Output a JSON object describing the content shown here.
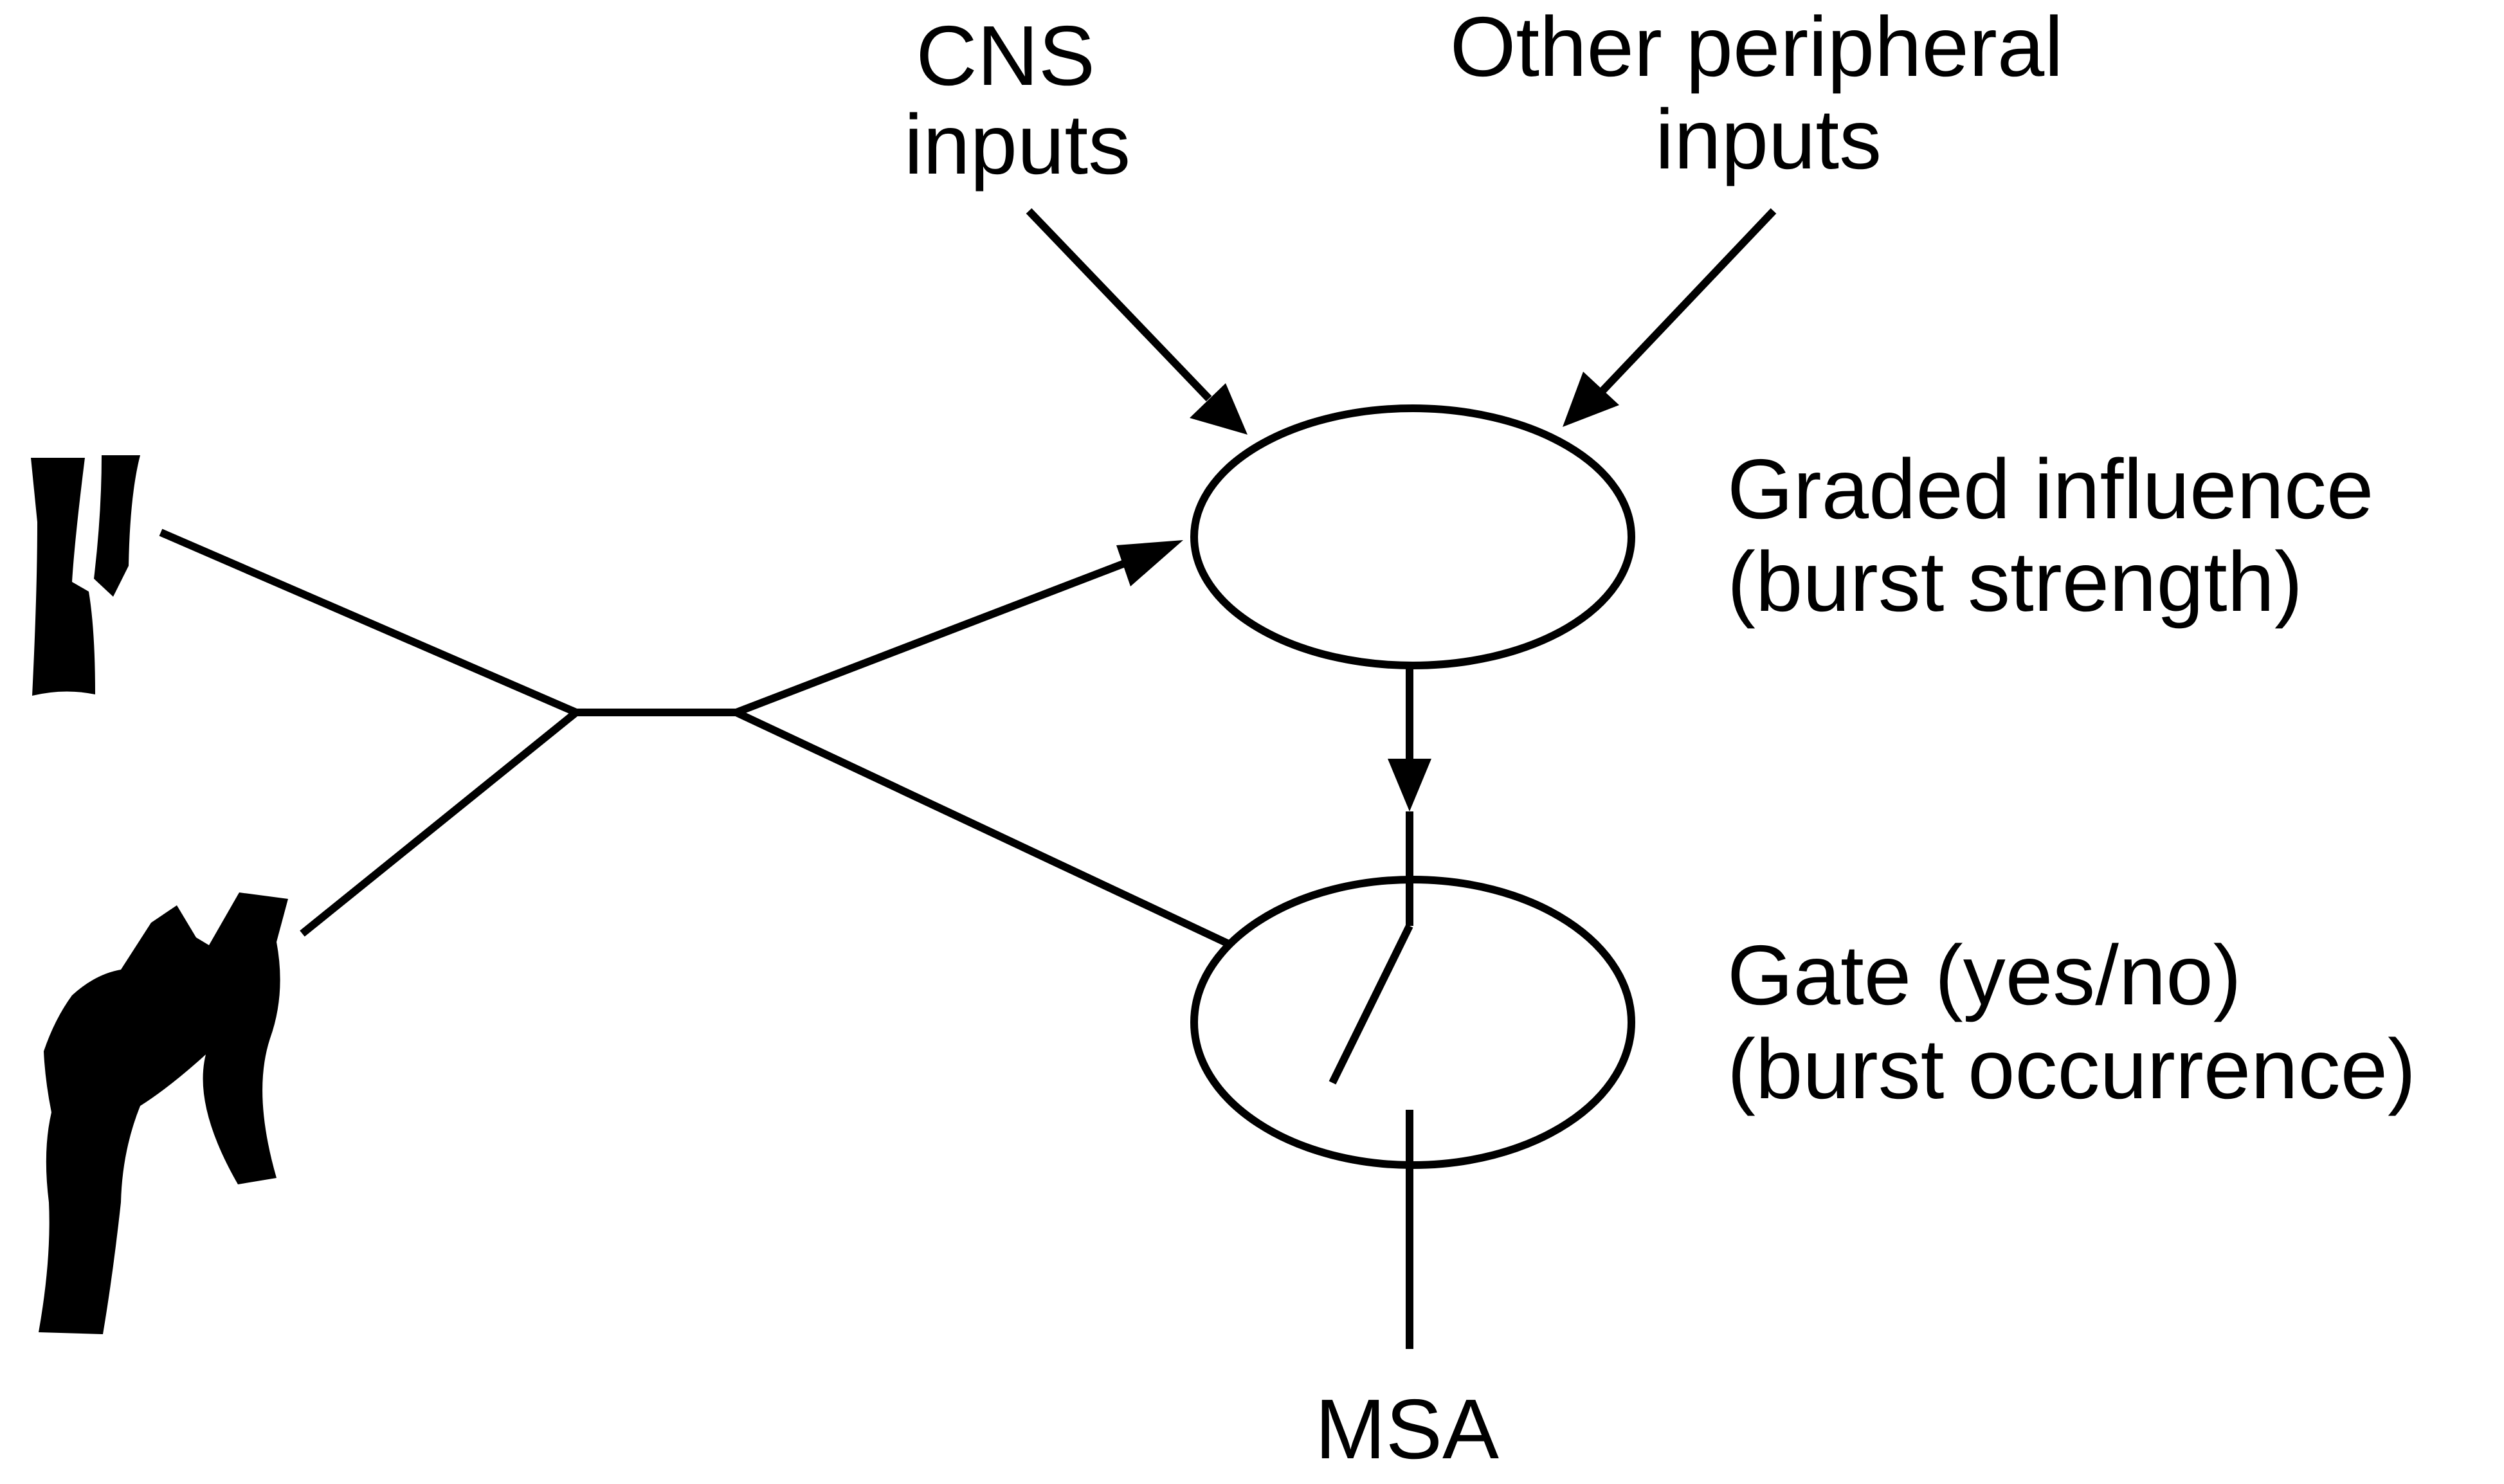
{
  "labels": {
    "cns_inputs": [
      "CNS",
      "inputs"
    ],
    "other_peripheral_inputs": [
      "Other peripheral",
      "inputs"
    ],
    "graded_influence": [
      "Graded influence",
      "(burst strength)"
    ],
    "gate": [
      "Gate (yes/no)",
      "(burst occurrence)"
    ],
    "msa": "MSA"
  },
  "colors": {
    "ink": "#000000",
    "background": "#ffffff"
  },
  "icons": {
    "top_left": "carotid-sinus-icon",
    "bottom_left": "aortic-arch-icon"
  }
}
